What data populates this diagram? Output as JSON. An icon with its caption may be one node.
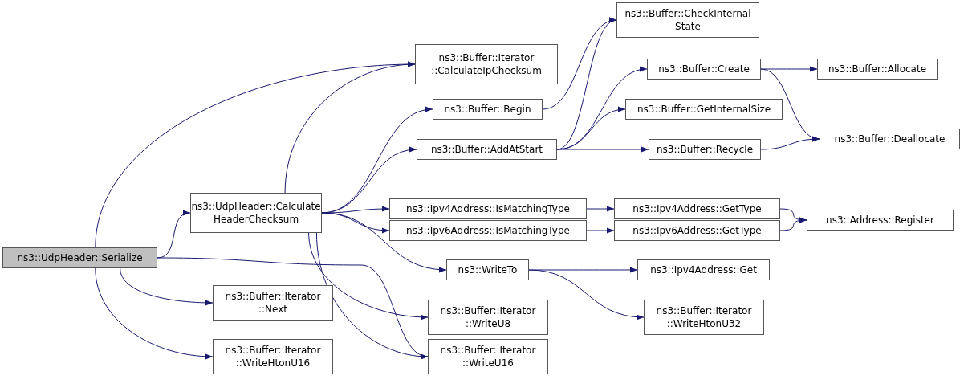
{
  "diagram": {
    "nodes": [
      {
        "text": [
          "ns3::UdpHeader::Serialize"
        ]
      },
      {
        "text": [
          "ns3::UdpHeader::Calculate HeaderChecksum"
        ]
      },
      {
        "text": [
          "ns3::Buffer::Iterator ::CalculateIpChecksum"
        ]
      },
      {
        "text": [
          "ns3::Buffer::Begin"
        ]
      },
      {
        "text": [
          "ns3::Buffer::AddAtStart"
        ]
      },
      {
        "text": [
          "ns3::Ipv4Address::IsMatchingType"
        ]
      },
      {
        "text": [
          "ns3::Ipv6Address::IsMatchingType"
        ]
      },
      {
        "text": [
          "ns3::WriteTo"
        ]
      },
      {
        "text": [
          "ns3::Buffer::Iterator ::WriteU8"
        ]
      },
      {
        "text": [
          "ns3::Buffer::Iterator ::WriteU16"
        ]
      },
      {
        "text": [
          "ns3::Buffer::Iterator ::Next"
        ]
      },
      {
        "text": [
          "ns3::Buffer::Iterator ::WriteHtonU16"
        ]
      },
      {
        "text": [
          "ns3::Buffer::CheckInternal State"
        ]
      },
      {
        "text": [
          "ns3::Buffer::Create"
        ]
      },
      {
        "text": [
          "ns3::Buffer::GetInternalSize"
        ]
      },
      {
        "text": [
          "ns3::Buffer::Recycle"
        ]
      },
      {
        "text": [
          "ns3::Ipv4Address::GetType"
        ]
      },
      {
        "text": [
          "ns3::Ipv6Address::GetType"
        ]
      },
      {
        "text": [
          "ns3::Ipv4Address::Get"
        ]
      },
      {
        "text": [
          "ns3::Buffer::Iterator ::WriteHtonU32"
        ]
      },
      {
        "text": [
          "ns3::Buffer::Allocate"
        ]
      },
      {
        "text": [
          "ns3::Buffer::Deallocate"
        ]
      },
      {
        "text": [
          "ns3::Address::Register"
        ]
      }
    ],
    "edges": [
      {
        "from": 0,
        "to": 2,
        "arrow": "to"
      },
      {
        "from": 0,
        "to": 1,
        "arrow": "to"
      },
      {
        "from": 0,
        "to": 9,
        "arrow": "to"
      },
      {
        "from": 0,
        "to": 10,
        "arrow": "to"
      },
      {
        "from": 0,
        "to": 11,
        "arrow": "to"
      },
      {
        "from": 1,
        "to": 2,
        "arrow": "to"
      },
      {
        "from": 1,
        "to": 3,
        "arrow": "to"
      },
      {
        "from": 1,
        "to": 4,
        "arrow": "to"
      },
      {
        "from": 1,
        "to": 5,
        "arrow": "to"
      },
      {
        "from": 1,
        "to": 6,
        "arrow": "to"
      },
      {
        "from": 1,
        "to": 7,
        "arrow": "to"
      },
      {
        "from": 1,
        "to": 8,
        "arrow": "to"
      },
      {
        "from": 1,
        "to": 9,
        "arrow": "to"
      },
      {
        "from": 3,
        "to": 12,
        "arrow": "to"
      },
      {
        "from": 4,
        "to": 12,
        "arrow": "to"
      },
      {
        "from": 4,
        "to": 13,
        "arrow": "to"
      },
      {
        "from": 4,
        "to": 14,
        "arrow": "to"
      },
      {
        "from": 4,
        "to": 15,
        "arrow": "to"
      },
      {
        "from": 5,
        "to": 16,
        "arrow": "to"
      },
      {
        "from": 6,
        "to": 17,
        "arrow": "to"
      },
      {
        "from": 7,
        "to": 18,
        "arrow": "to"
      },
      {
        "from": 7,
        "to": 19,
        "arrow": "to"
      },
      {
        "from": 13,
        "to": 20,
        "arrow": "to"
      },
      {
        "from": 13,
        "to": 21,
        "arrow": "to"
      },
      {
        "from": 15,
        "to": 21,
        "arrow": "to"
      },
      {
        "from": 16,
        "to": 22,
        "arrow": "to"
      },
      {
        "from": 17,
        "to": 22,
        "arrow": "to"
      }
    ]
  }
}
